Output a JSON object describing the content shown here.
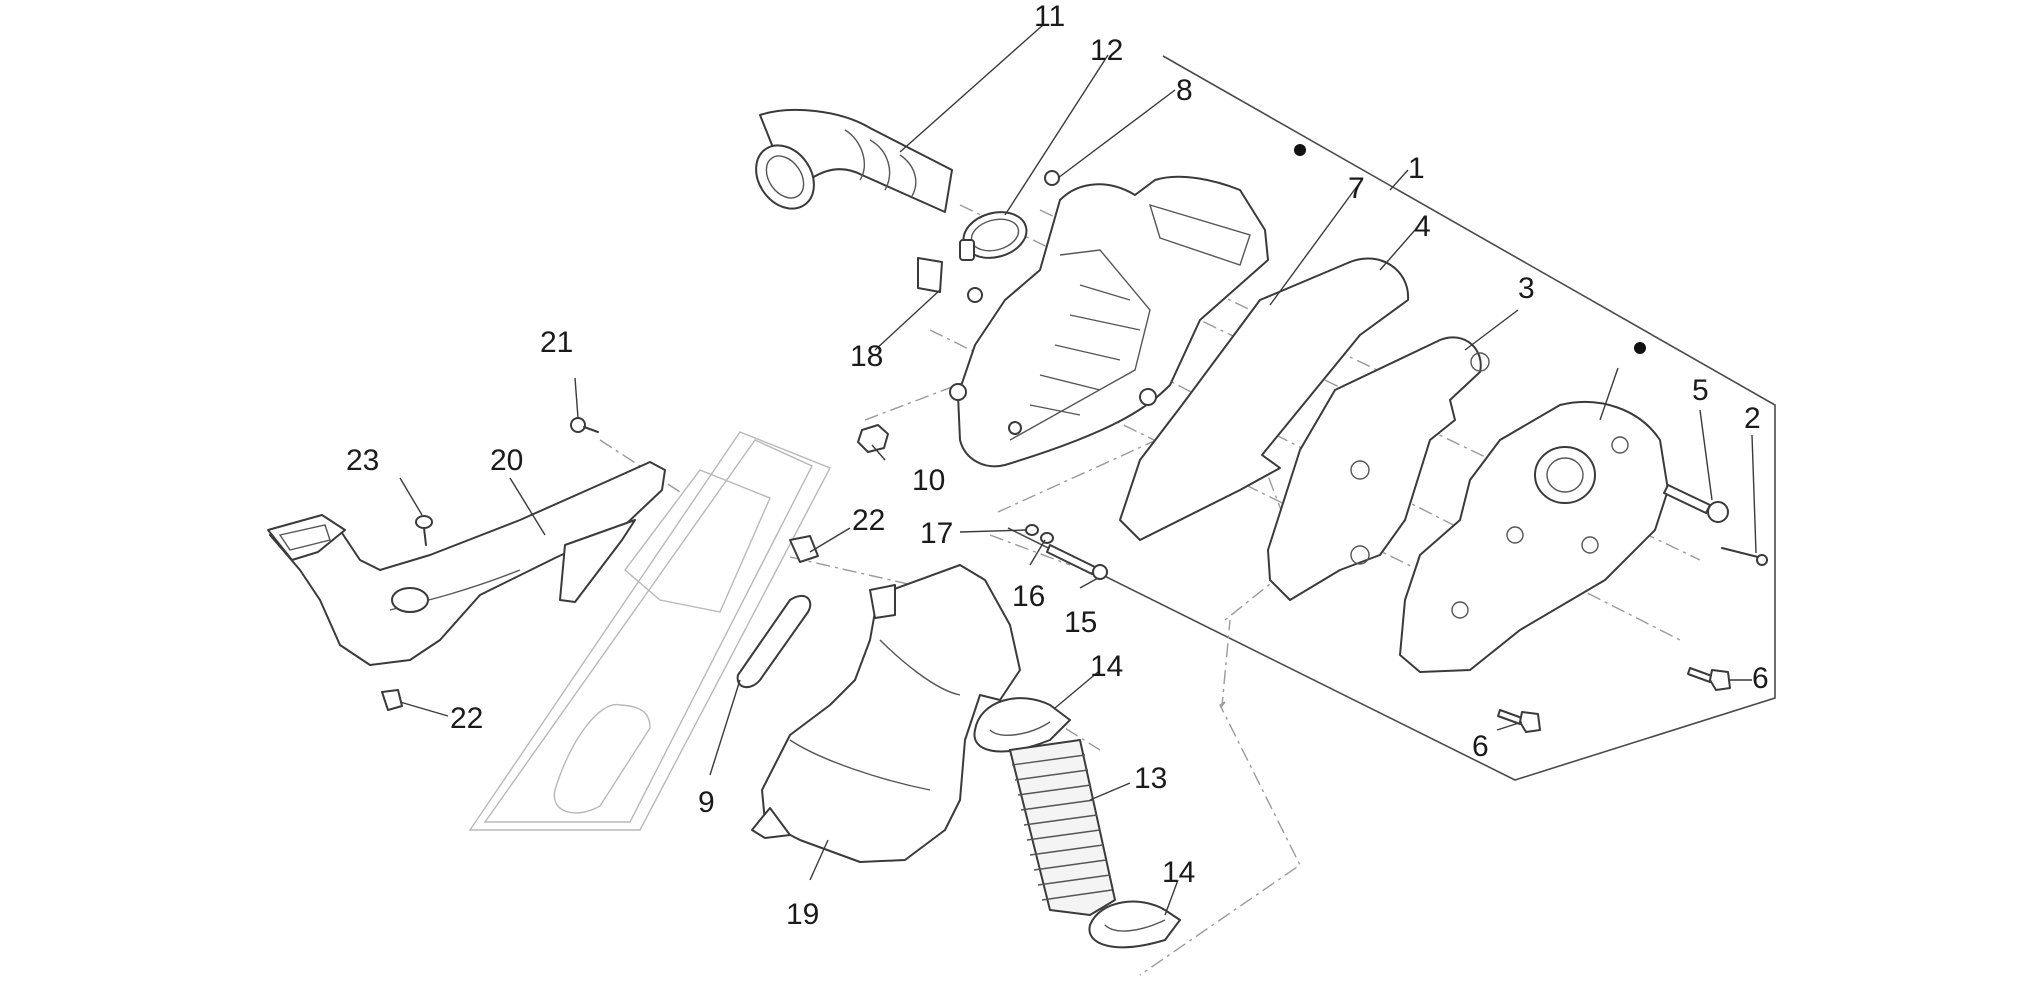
{
  "callouts": [
    {
      "id": "n1",
      "label": "1"
    },
    {
      "id": "n2",
      "label": "2"
    },
    {
      "id": "n3",
      "label": "3"
    },
    {
      "id": "n4",
      "label": "4"
    },
    {
      "id": "n5",
      "label": "5"
    },
    {
      "id": "n6a",
      "label": "6"
    },
    {
      "id": "n6b",
      "label": "6"
    },
    {
      "id": "n7",
      "label": "7"
    },
    {
      "id": "n8",
      "label": "8"
    },
    {
      "id": "n9",
      "label": "9"
    },
    {
      "id": "n10",
      "label": "10"
    },
    {
      "id": "n11",
      "label": "11"
    },
    {
      "id": "n12",
      "label": "12"
    },
    {
      "id": "n13",
      "label": "13"
    },
    {
      "id": "n14a",
      "label": "14"
    },
    {
      "id": "n14b",
      "label": "14"
    },
    {
      "id": "n15",
      "label": "15"
    },
    {
      "id": "n16",
      "label": "16"
    },
    {
      "id": "n17",
      "label": "17"
    },
    {
      "id": "n18",
      "label": "18"
    },
    {
      "id": "n19",
      "label": "19"
    },
    {
      "id": "n20",
      "label": "20"
    },
    {
      "id": "n21",
      "label": "21"
    },
    {
      "id": "n22a",
      "label": "22"
    },
    {
      "id": "n22b",
      "label": "22"
    },
    {
      "id": "n23",
      "label": "23"
    }
  ]
}
